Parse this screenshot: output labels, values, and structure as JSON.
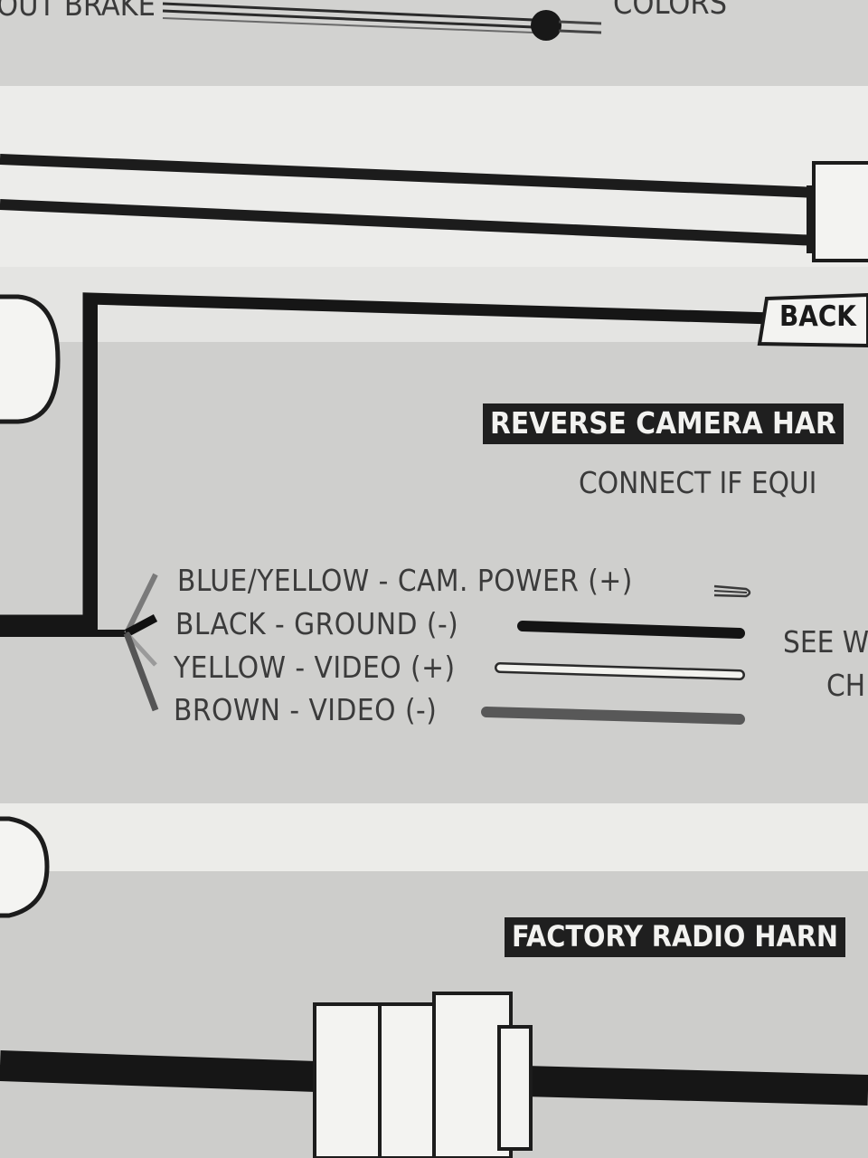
{
  "labels": {
    "top_left": "OUT BRAKE",
    "top_right": "COLORS",
    "backup_tag": "BACK",
    "reverse_header": "REVERSE CAMERA HAR",
    "connect_note": "CONNECT IF EQUI",
    "see_note_1": "SEE W",
    "see_note_2": "CH",
    "factory_header": "FACTORY RADIO HARN"
  },
  "wires": [
    {
      "label": "BLUE/YELLOW - CAM. POWER (+)",
      "color": "#8a8a8a"
    },
    {
      "label": "BLACK - GROUND (-)",
      "color": "#141414"
    },
    {
      "label": "YELLOW - VIDEO (+)",
      "color": "#f2f2ee"
    },
    {
      "label": "BROWN - VIDEO (-)",
      "color": "#555555"
    }
  ]
}
